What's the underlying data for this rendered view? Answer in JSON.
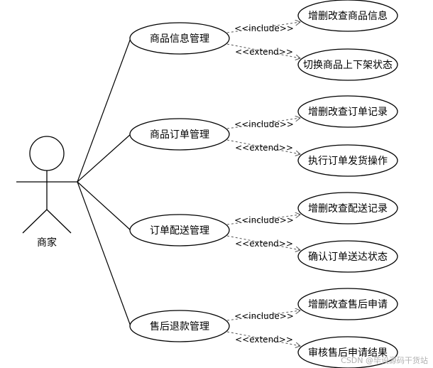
{
  "actor": {
    "name": "商家"
  },
  "use_cases": [
    {
      "label": "商品信息管理",
      "include": {
        "stereotype": "<<include>>",
        "target": "增删改查商品信息"
      },
      "extend": {
        "stereotype": "<<extend>>",
        "target": "切换商品上下架状态"
      }
    },
    {
      "label": "商品订单管理",
      "include": {
        "stereotype": "<<include>>",
        "target": "增删改查订单记录"
      },
      "extend": {
        "stereotype": "<<extend>>",
        "target": "执行订单发货操作"
      }
    },
    {
      "label": "订单配送管理",
      "include": {
        "stereotype": "<<include>>",
        "target": "增删改查配送记录"
      },
      "extend": {
        "stereotype": "<<extend>>",
        "target": "确认订单送达状态"
      }
    },
    {
      "label": "售后退款管理",
      "include": {
        "stereotype": "<<include>>",
        "target": "增删改查售后申请"
      },
      "extend": {
        "stereotype": "<<extend>>",
        "target": "审核售后申请结果"
      }
    }
  ],
  "watermark": "CSDN @毕设源码干货站"
}
